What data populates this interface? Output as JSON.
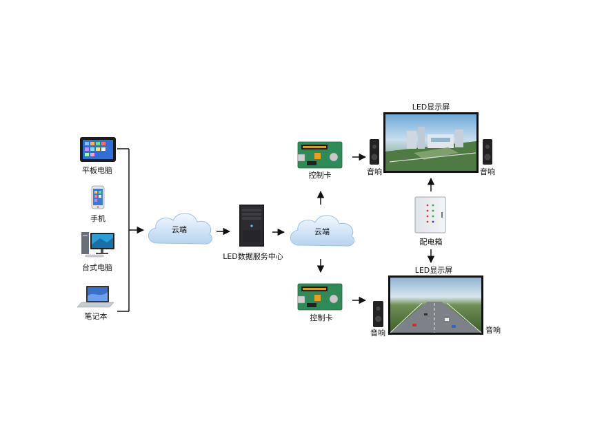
{
  "devices": {
    "tablet": "平板电脑",
    "phone": "手机",
    "desktop": "台式电脑",
    "laptop": "笔记本"
  },
  "cloud_left": "云端",
  "server": "LED数据服务中心",
  "cloud_right": "云端",
  "top_branch": {
    "controller": "控制卡",
    "screen_title": "LED显示屏",
    "speaker_left": "音响",
    "speaker_right": "音响"
  },
  "bottom_branch": {
    "controller": "控制卡",
    "screen_title": "LED显示屏",
    "speaker_left": "音响",
    "speaker_right": "音响"
  },
  "power_box": "配电箱"
}
